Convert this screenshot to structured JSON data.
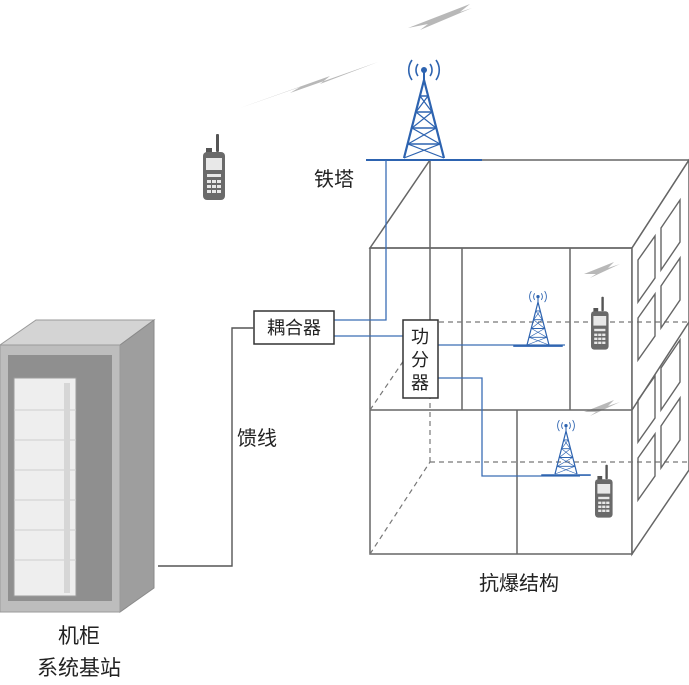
{
  "labels": {
    "tower": "铁塔",
    "coupler": "耦合器",
    "splitter_line1": "功",
    "splitter_line2": "分",
    "splitter_line3": "器",
    "feeder": "馈线",
    "structure": "抗爆结构",
    "cabinet_line1": "机柜",
    "cabinet_line2": "系统基站"
  },
  "icons": {
    "main_tower": "radio-tower-icon",
    "indoor_tower_upper": "radio-tower-icon",
    "indoor_tower_lower": "radio-tower-icon",
    "radio_outside": "walkie-talkie-icon",
    "radio_upper": "walkie-talkie-icon",
    "radio_lower": "walkie-talkie-icon",
    "cabinet": "server-rack-icon",
    "signal": "lightning-signal-icon"
  },
  "colors": {
    "line": "#555555",
    "signal_line": "#3a6db5",
    "tower": "#2d63b0",
    "cabinet": "#a9a9a9",
    "radio": "#666666",
    "signal_bolt": "#b5b5b5"
  }
}
